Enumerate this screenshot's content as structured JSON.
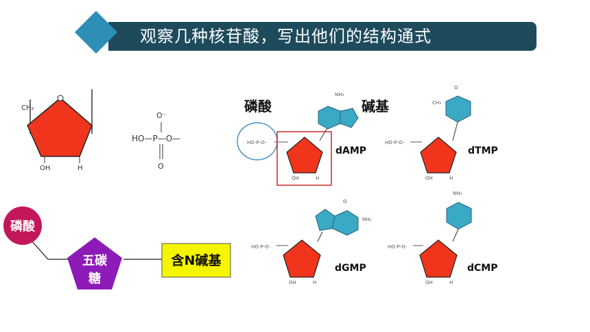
{
  "title": "观察几种核苷酸，写出他们的结构通式",
  "colors": {
    "title_bar": "#1e4b5c",
    "title_accent": "#2d8fb5",
    "sugar": "#f0351c",
    "base": "#3aa9c4",
    "phosphate_circle": "#c2185b",
    "pentose_pentagon": "#8e1bb8",
    "base_box": "#f5f500",
    "highlight_box": "#c62828"
  },
  "sugar_diagram": {
    "ch2_label": "CH₂",
    "oh_label": "OH",
    "h_label": "H"
  },
  "phosphate_diagram": {
    "label": "HO—P—O—",
    "o_top": "O⁻",
    "o_bottom": "O"
  },
  "header_labels": {
    "phosphoric_acid": "磷酸",
    "base": "碱基"
  },
  "nucleotides": [
    {
      "name": "dAMP"
    },
    {
      "name": "dTMP"
    },
    {
      "name": "dGMP"
    },
    {
      "name": "dCMP"
    }
  ],
  "model": {
    "phosphate": "磷酸",
    "pentose_line1": "五碳",
    "pentose_line2": "糖",
    "base": "含N碱基"
  }
}
